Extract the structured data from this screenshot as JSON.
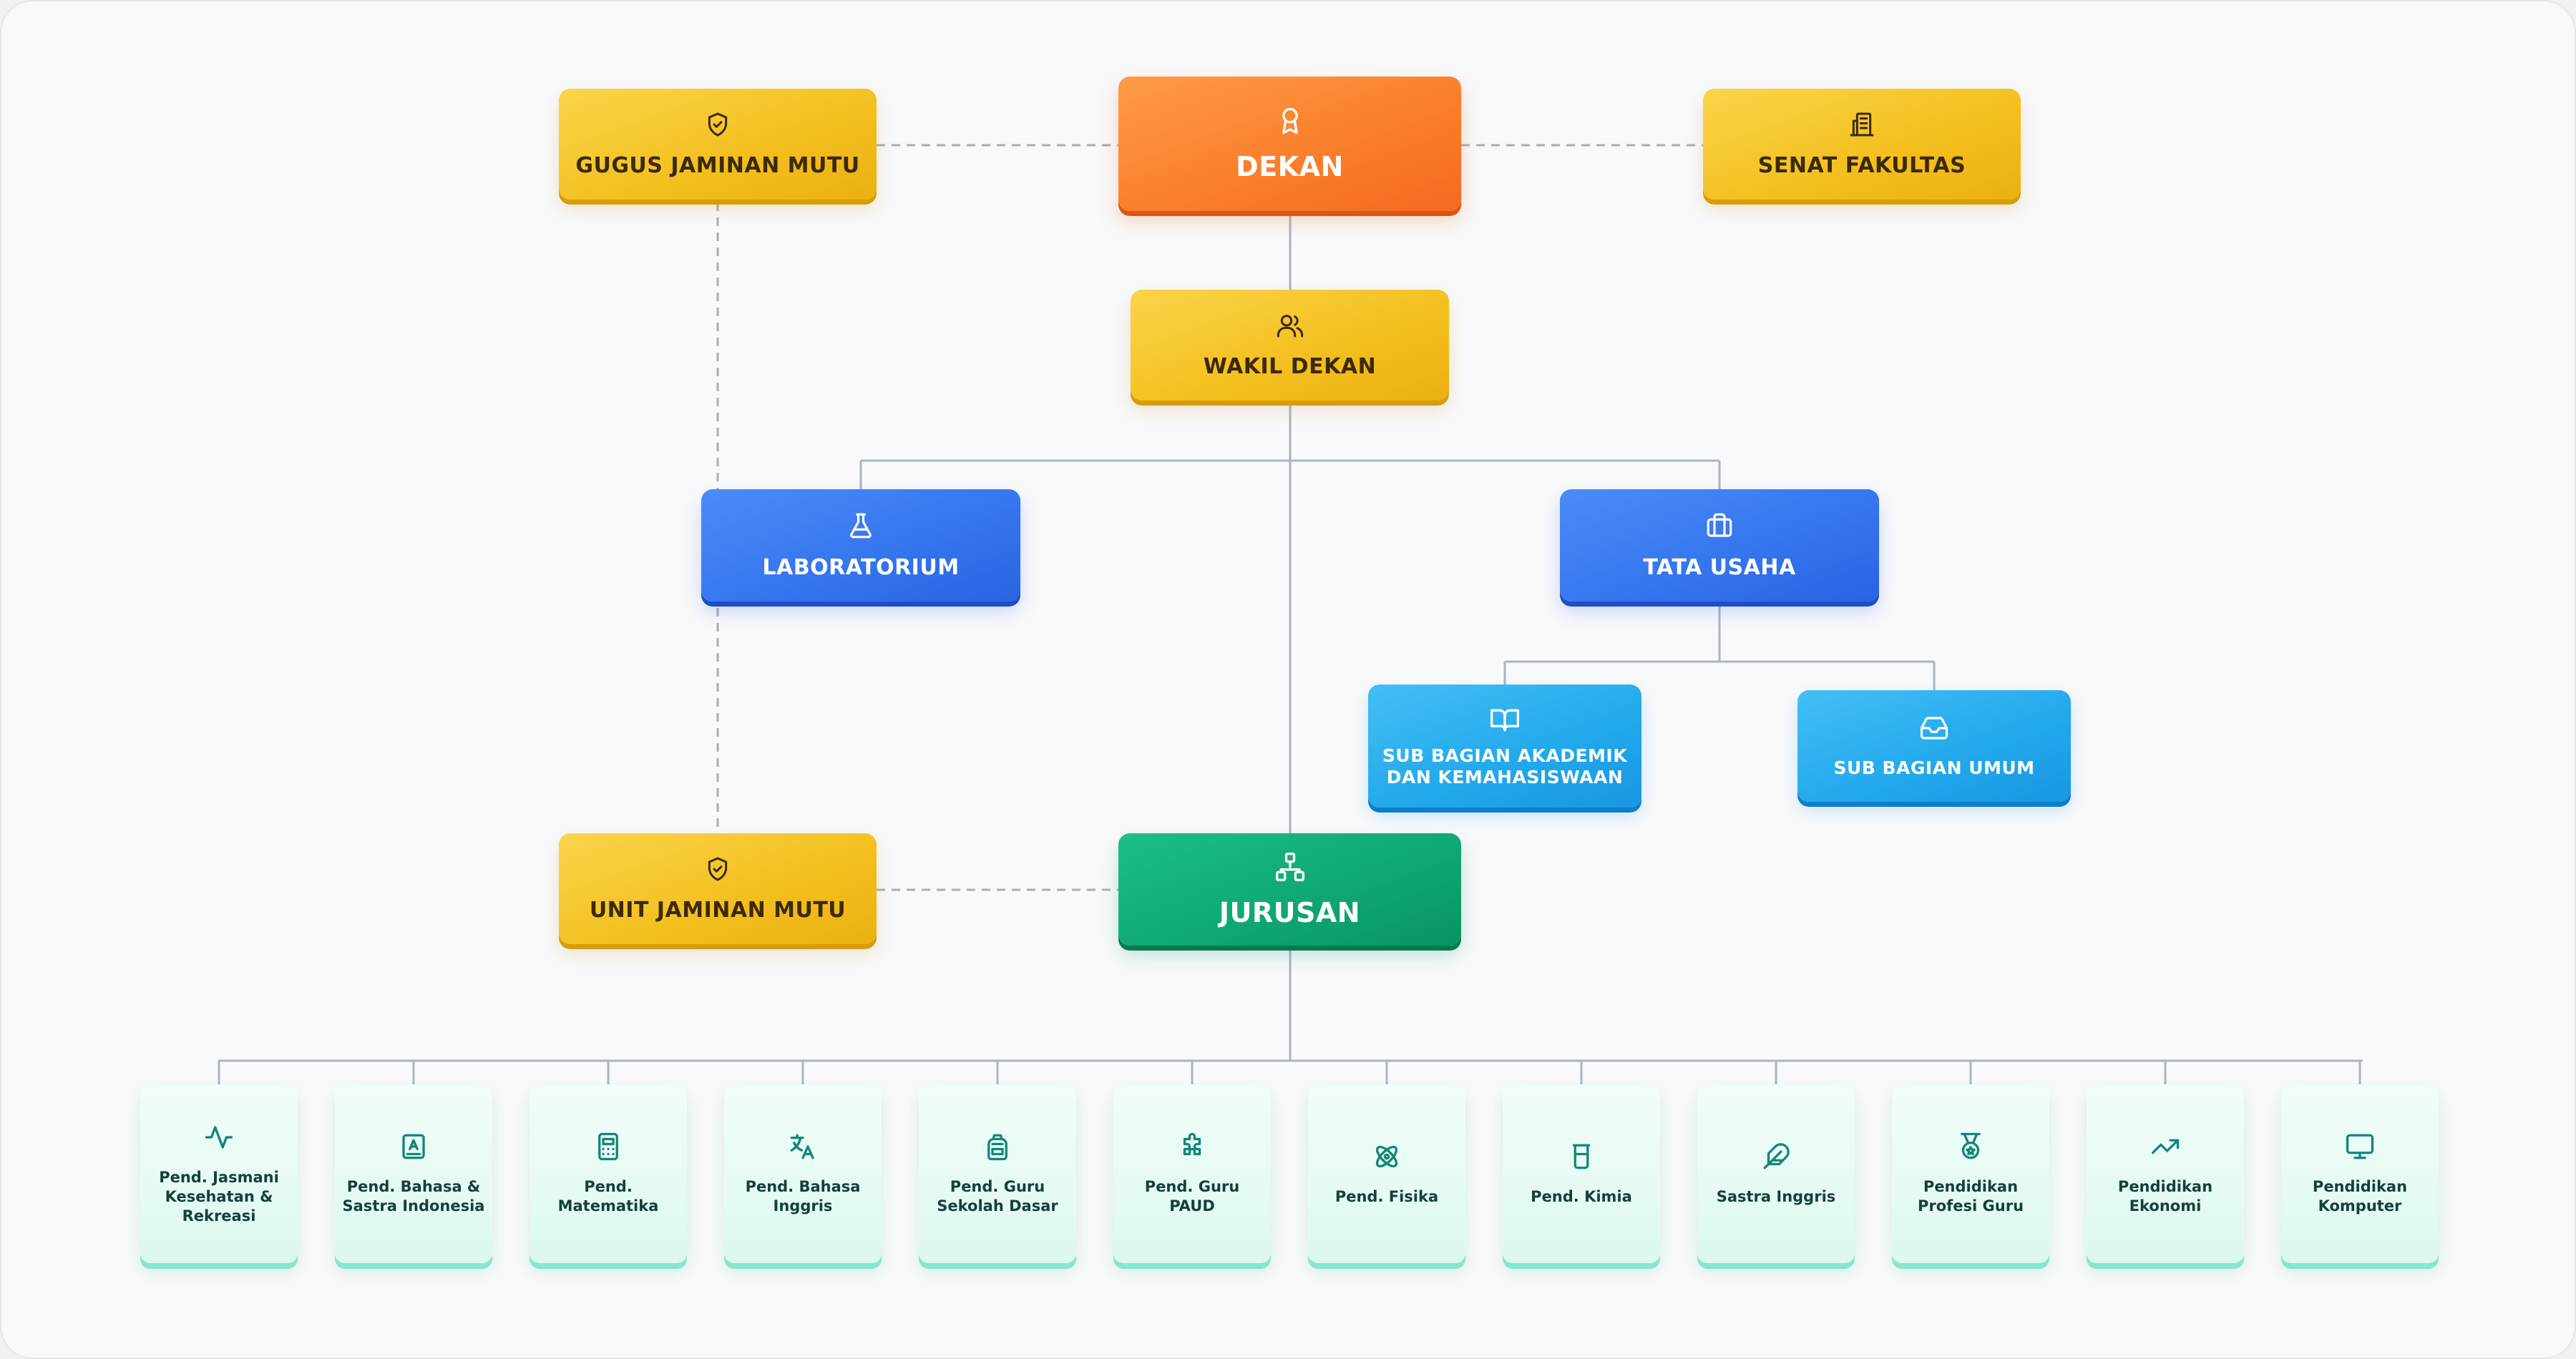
{
  "colors": {
    "line": "#a8b4c4",
    "dashed": "#a7adb6",
    "yellow": "#f3bf1e",
    "orange": "#fa7f2c",
    "blue": "#3474ee",
    "sky": "#22a8ec",
    "green": "#0ea672",
    "mint": "#dcf8ef",
    "mint_icon": "#13857a"
  },
  "nodes": {
    "gugus": {
      "label": "GUGUS JAMINAN MUTU",
      "icon": "shield-check-icon"
    },
    "dekan": {
      "label": "DEKAN",
      "icon": "award-icon"
    },
    "senat": {
      "label": "SENAT FAKULTAS",
      "icon": "building-icon"
    },
    "wakil": {
      "label": "WAKIL DEKAN",
      "icon": "users-icon"
    },
    "lab": {
      "label": "LABORATORIUM",
      "icon": "flask-icon"
    },
    "tata": {
      "label": "TATA USAHA",
      "icon": "briefcase-icon"
    },
    "sub_akademik": {
      "label_line1": "SUB BAGIAN AKADEMIK",
      "label_line2": "DAN KEMAHASISWAAN",
      "icon": "book-open-icon"
    },
    "sub_umum": {
      "label": "SUB BAGIAN UMUM",
      "icon": "inbox-icon"
    },
    "unit": {
      "label": "UNIT JAMINAN MUTU",
      "icon": "shield-check-icon"
    },
    "jurusan": {
      "label": "JURUSAN",
      "icon": "network-icon"
    }
  },
  "programs": [
    {
      "lines": [
        "Pend. Jasmani",
        "Kesehatan &",
        "Rekreasi"
      ],
      "icon": "activity-icon"
    },
    {
      "lines": [
        "Pend. Bahasa &",
        "Sastra Indonesia"
      ],
      "icon": "book-letter-icon"
    },
    {
      "lines": [
        "Pend.",
        "Matematika"
      ],
      "icon": "calculator-icon"
    },
    {
      "lines": [
        "Pend. Bahasa",
        "Inggris"
      ],
      "icon": "translate-icon"
    },
    {
      "lines": [
        "Pend. Guru",
        "Sekolah Dasar"
      ],
      "icon": "backpack-icon"
    },
    {
      "lines": [
        "Pend. Guru",
        "PAUD"
      ],
      "icon": "puzzle-icon"
    },
    {
      "lines": [
        "Pend. Fisika"
      ],
      "icon": "atom-icon"
    },
    {
      "lines": [
        "Pend. Kimia"
      ],
      "icon": "beaker-icon"
    },
    {
      "lines": [
        "Sastra Inggris"
      ],
      "icon": "feather-icon"
    },
    {
      "lines": [
        "Pendidikan",
        "Profesi Guru"
      ],
      "icon": "medal-icon"
    },
    {
      "lines": [
        "Pendidikan",
        "Ekonomi"
      ],
      "icon": "trending-up-icon"
    },
    {
      "lines": [
        "Pendidikan",
        "Komputer"
      ],
      "icon": "monitor-icon"
    }
  ]
}
